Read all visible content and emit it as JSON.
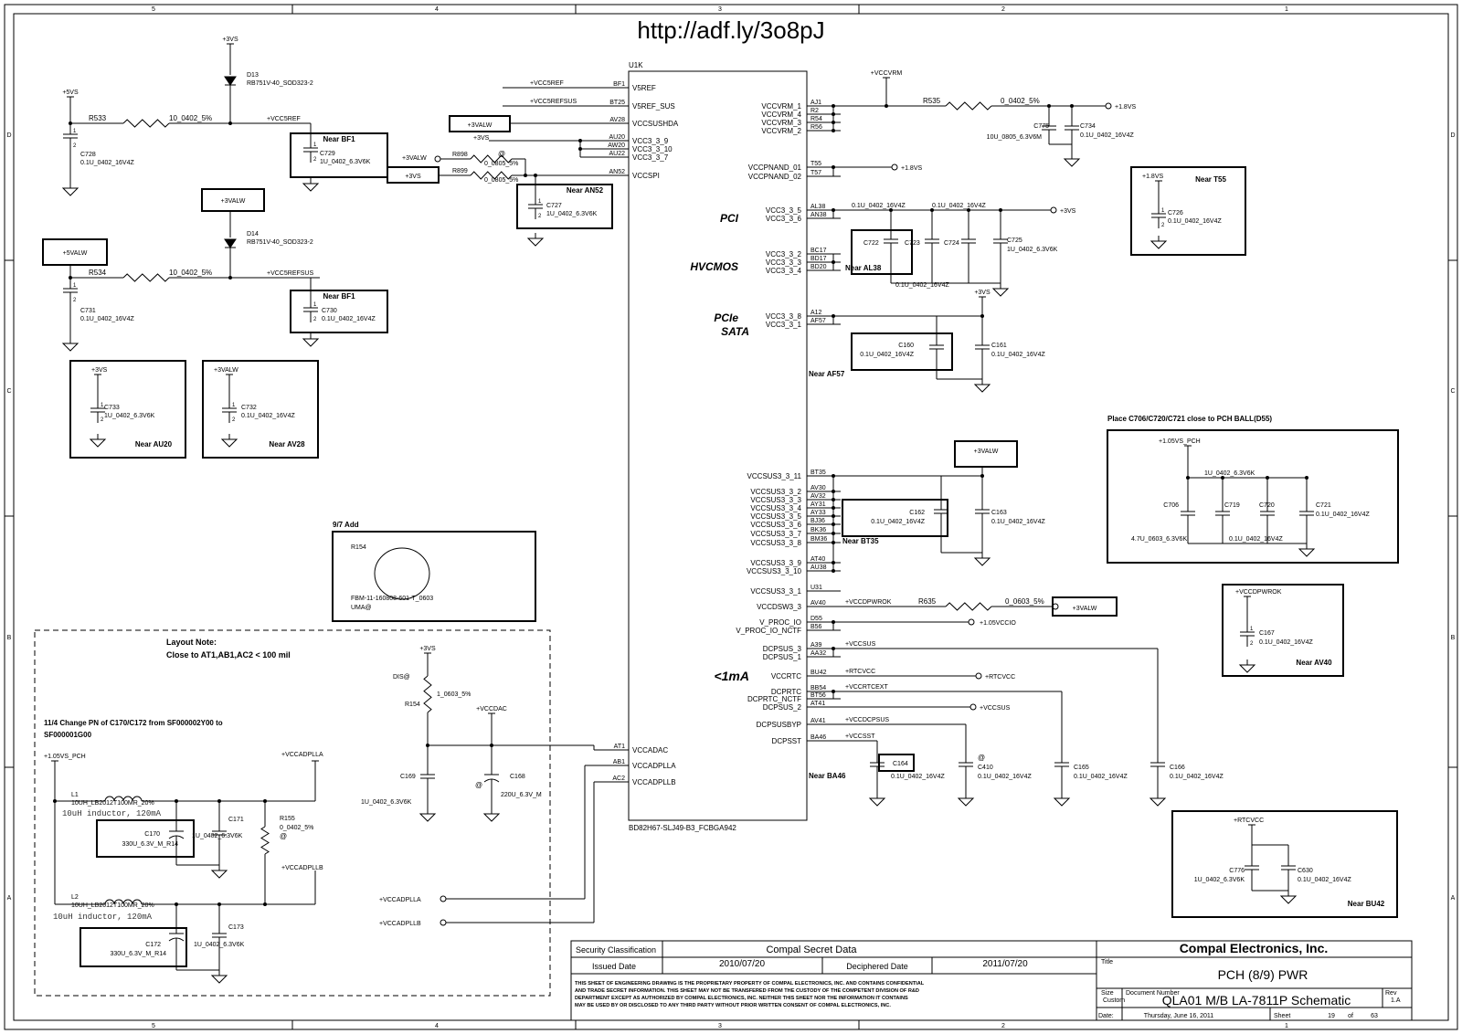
{
  "header_url": "http://adf.ly/3o8pJ",
  "border_cols": [
    "5",
    "4",
    "3",
    "2",
    "1"
  ],
  "border_rows": [
    "D",
    "C",
    "B",
    "A"
  ],
  "chip": {
    "ref": "U1K",
    "part": "BD82H67-SLJ49-B3_FCBGA942",
    "left_pins": [
      {
        "ball": "BF1",
        "name": "V5REF",
        "net": "+VCC5REF"
      },
      {
        "ball": "BT25",
        "name": "V5REF_SUS",
        "net": "+VCC5REFSUS"
      },
      {
        "ball": "AV28",
        "name": "VCCSUSHDA",
        "net": ""
      },
      {
        "ball": "AU20",
        "name": "VCC3_3_9",
        "net": "+3VS"
      },
      {
        "ball": "AW20",
        "name": "VCC3_3_10",
        "net": ""
      },
      {
        "ball": "AU22",
        "name": "VCC3_3_7",
        "net": ""
      },
      {
        "ball": "AN52",
        "name": "VCCSPI",
        "net": ""
      },
      {
        "ball": "AT1",
        "name": "VCCADAC",
        "net": ""
      },
      {
        "ball": "AB1",
        "name": "VCCADPLLA",
        "net": ""
      },
      {
        "ball": "AC2",
        "name": "VCCADPLLB",
        "net": ""
      }
    ],
    "right_pins": [
      {
        "ball": "AJ1",
        "name": "VCCVRM_1"
      },
      {
        "ball": "R2",
        "name": "VCCVRM_4"
      },
      {
        "ball": "R54",
        "name": "VCCVRM_3"
      },
      {
        "ball": "R56",
        "name": "VCCVRM_2"
      },
      {
        "ball": "T55",
        "name": "VCCPNAND_01"
      },
      {
        "ball": "T57",
        "name": "VCCPNAND_02"
      },
      {
        "ball": "AL38",
        "name": "VCC3_3_5"
      },
      {
        "ball": "AN38",
        "name": "VCC3_3_6"
      },
      {
        "ball": "BC17",
        "name": "VCC3_3_2"
      },
      {
        "ball": "BD17",
        "name": "VCC3_3_3"
      },
      {
        "ball": "BD20",
        "name": "VCC3_3_4"
      },
      {
        "ball": "A12",
        "name": "VCC3_3_8"
      },
      {
        "ball": "AF57",
        "name": "VCC3_3_1"
      },
      {
        "ball": "BT35",
        "name": "VCCSUS3_3_11"
      },
      {
        "ball": "AV30",
        "name": "VCCSUS3_3_2"
      },
      {
        "ball": "AV32",
        "name": "VCCSUS3_3_3"
      },
      {
        "ball": "AY31",
        "name": "VCCSUS3_3_4"
      },
      {
        "ball": "AY33",
        "name": "VCCSUS3_3_5"
      },
      {
        "ball": "BJ36",
        "name": "VCCSUS3_3_6"
      },
      {
        "ball": "BK36",
        "name": "VCCSUS3_3_7"
      },
      {
        "ball": "BM36",
        "name": "VCCSUS3_3_8"
      },
      {
        "ball": "AT40",
        "name": "VCCSUS3_3_9"
      },
      {
        "ball": "AU38",
        "name": "VCCSUS3_3_10"
      },
      {
        "ball": "U31",
        "name": "VCCSUS3_3_1"
      },
      {
        "ball": "AV40",
        "name": "VCCDSW3_3"
      },
      {
        "ball": "D55",
        "name": "V_PROC_IO"
      },
      {
        "ball": "B56",
        "name": "V_PROC_IO_NCTF"
      },
      {
        "ball": "A39",
        "name": "DCPSUS_3"
      },
      {
        "ball": "AA32",
        "name": "DCPSUS_1"
      },
      {
        "ball": "BU42",
        "name": "VCCRTC"
      },
      {
        "ball": "BB54",
        "name": "DCPRTC"
      },
      {
        "ball": "BT56",
        "name": "DCPRTC_NCTF"
      },
      {
        "ball": "AT41",
        "name": "DCPSUS_2"
      },
      {
        "ball": "AV41",
        "name": "DCPSUSBYP"
      },
      {
        "ball": "BA46",
        "name": "DCPSST"
      }
    ]
  },
  "group_labels": {
    "pci": "PCI",
    "hvcmos": "HVCMOS",
    "pcie": "PCIe",
    "sata": "SATA",
    "lt1ma": "<1mA"
  },
  "nets": {
    "p3vs": "+3VS",
    "p5vs": "+5VS",
    "p5valw": "+5VALW",
    "p3valw": "+3VALW",
    "vcc5ref": "+VCC5REF",
    "vcc5refsus": "+VCC5REFSUS",
    "vccvrm": "+VCCVRM",
    "p1v8s": "+1.8VS",
    "p105vs_pch": "+1.05VS_PCH",
    "vccdac": "+VCCDAC",
    "vccadplla": "+VCCADPLLA",
    "vccadpllb": "+VCCADPLLB",
    "vccdpwrok": "+VCCDPWROK",
    "p105vccio": "+1.05VCCIO",
    "vccsus": "+VCCSUS",
    "rtcvcc": "+RTCVCC",
    "vccrtcext": "+VCCRTCEXT",
    "vccdcpsus": "+VCCDCPSUS",
    "vccsst": "+VCCSST"
  },
  "parts": {
    "d13": {
      "ref": "D13",
      "val": "RB751V-40_SOD323-2"
    },
    "d14": {
      "ref": "D14",
      "val": "RB751V-40_SOD323-2"
    },
    "r533": {
      "ref": "R533",
      "val": "10_0402_5%"
    },
    "r534": {
      "ref": "R534",
      "val": "10_0402_5%"
    },
    "r898": {
      "ref": "R898",
      "val": "0_0805_5%"
    },
    "r899": {
      "ref": "R899",
      "val": "0_0805_5%"
    },
    "r535": {
      "ref": "R535",
      "val": "0_0402_5%"
    },
    "r635": {
      "ref": "R635",
      "val": "0_0603_5%"
    },
    "r154": {
      "ref": "R154",
      "val": "1_0603_5%"
    },
    "r155": {
      "ref": "R155",
      "val": "0_0402_5%"
    },
    "c728": {
      "ref": "C728",
      "val": "0.1U_0402_16V4Z"
    },
    "c729": {
      "ref": "C729",
      "val": "1U_0402_6.3V6K"
    },
    "c727": {
      "ref": "C727",
      "val": "1U_0402_6.3V6K"
    },
    "c731": {
      "ref": "C731",
      "val": "0.1U_0402_16V4Z"
    },
    "c730": {
      "ref": "C730",
      "val": "0.1U_0402_16V4Z"
    },
    "c733": {
      "ref": "C733",
      "val": "1U_0402_6.3V6K"
    },
    "c732": {
      "ref": "C732",
      "val": "0.1U_0402_16V4Z"
    },
    "c775": {
      "ref": "C775",
      "val": "10U_0805_6.3V6M"
    },
    "c734": {
      "ref": "C734",
      "val": "0.1U_0402_16V4Z"
    },
    "c726": {
      "ref": "C726",
      "val": "0.1U_0402_16V4Z"
    },
    "c722": {
      "ref": "C722"
    },
    "c723": {
      "ref": "C723"
    },
    "c724": {
      "ref": "C724"
    },
    "c725": {
      "ref": "C725",
      "val": "1U_0402_6.3V6K"
    },
    "c160": {
      "ref": "C160",
      "val": "0.1U_0402_16V4Z"
    },
    "c161": {
      "ref": "C161",
      "val": "0.1U_0402_16V4Z"
    },
    "c162": {
      "ref": "C162",
      "val": "0.1U_0402_16V4Z"
    },
    "c163": {
      "ref": "C163",
      "val": "0.1U_0402_16V4Z"
    },
    "c706": {
      "ref": "C706",
      "val": "4.7U_0603_6.3V6K"
    },
    "c719": {
      "ref": "C719"
    },
    "c720": {
      "ref": "C720"
    },
    "c721": {
      "ref": "C721",
      "val": "0.1U_0402_16V4Z"
    },
    "c167": {
      "ref": "C167",
      "val": "0.1U_0402_16V4Z"
    },
    "c164": {
      "ref": "C164",
      "val": "0.1U_0402_16V4Z"
    },
    "c410": {
      "ref": "C410",
      "val": "0.1U_0402_16V4Z"
    },
    "c165": {
      "ref": "C165",
      "val": "0.1U_0402_16V4Z"
    },
    "c166": {
      "ref": "C166",
      "val": "0.1U_0402_16V4Z"
    },
    "c776": {
      "ref": "C776",
      "val": "1U_0402_6.3V6K"
    },
    "c630": {
      "ref": "C630",
      "val": "0.1U_0402_16V4Z"
    },
    "c169": {
      "ref": "C169",
      "val": "1U_0402_6.3V6K"
    },
    "c168": {
      "ref": "C168",
      "val": "220U_6.3V_M"
    },
    "c170": {
      "ref": "C170",
      "val": "330U_6.3V_M_R14"
    },
    "c171": {
      "ref": "C171",
      "val": "1U_0402_6.3V6K"
    },
    "c172": {
      "ref": "C172",
      "val": "330U_6.3V_M_R14"
    },
    "c173": {
      "ref": "C173",
      "val": "1U_0402_6.3V6K"
    },
    "l1": {
      "ref": "L1",
      "val": "10UH_LB2012T100MR_20%",
      "note": "10uH inductor, 120mA"
    },
    "l2": {
      "ref": "L2",
      "val": "10UH_LB2012T100MR_20%",
      "note": "10uH inductor, 120mA"
    },
    "fbm": {
      "ref": "R154",
      "val": "FBM-11-160808-601-T_0603",
      "opt": "UMA@"
    }
  },
  "caps_val_pci": "0.1U_0402_16V4Z",
  "caps_val_1u": "1U_0402_6.3V6K",
  "near": {
    "bf1a": "Near BF1",
    "bf1b": "Near BF1",
    "an52": "Near AN52",
    "au20": "Near AU20",
    "av28": "Near AV28",
    "t55": "Near T55",
    "al38": "Near AL38",
    "af57": "Near AF57",
    "bt35": "Near BT35",
    "av40": "Near AV40",
    "ba46": "Near BA46",
    "bu42": "Near BU42"
  },
  "notes": {
    "add97": "9/7 Add",
    "layout_title": "Layout Note:",
    "layout_body": "Close to AT1,AB1,AC2 < 100 mil",
    "change_pn_1": "11/4 Change PN of C170/C172 from SF000002Y00 to",
    "change_pn_2": "SF000001G00",
    "place_c706": "Place C706/C720/C721 close to PCH BALL(D55)",
    "dis": "DIS@",
    "at": "@"
  },
  "title_block": {
    "security_label": "Security Classification",
    "security_value": "Compal Secret Data",
    "issued_label": "Issued Date",
    "issued_value": "2010/07/20",
    "deciphered_label": "Deciphered Date",
    "deciphered_value": "2011/07/20",
    "company": "Compal Electronics, Inc.",
    "title_label": "Title",
    "title_value": "PCH (8/9) PWR",
    "size_label": "Size",
    "size_value": "Custom",
    "docnum_label": "Document Number",
    "docnum_value": "QLA01 M/B LA-7811P Schematic",
    "rev_label": "Rev",
    "rev_value": "1.A",
    "date_label": "Date:",
    "date_value": "Thursday, June 16, 2011",
    "sheet_label": "Sheet",
    "sheet_value": "19",
    "of_label": "of",
    "of_value": "63",
    "disclaimer_1": "THIS SHEET OF ENGINEERING DRAWING IS THE PROPRIETARY PROPERTY OF COMPAL ELECTRONICS, INC. AND CONTAINS CONFIDENTIAL",
    "disclaimer_2": "AND TRADE SECRET INFORMATION. THIS SHEET MAY NOT BE TRANSFERED FROM THE CUSTODY OF THE COMPETENT DIVISION OF R&D",
    "disclaimer_3": "DEPARTMENT EXCEPT AS AUTHORIZED BY COMPAL ELECTRONICS, INC. NEITHER THIS SHEET NOR THE INFORMATION IT CONTAINS",
    "disclaimer_4": "MAY BE USED BY OR DISCLOSED TO ANY THIRD PARTY WITHOUT PRIOR WRITTEN CONSENT OF COMPAL ELECTRONICS, INC."
  },
  "pin_num_1": "1",
  "pin_num_2": "2"
}
